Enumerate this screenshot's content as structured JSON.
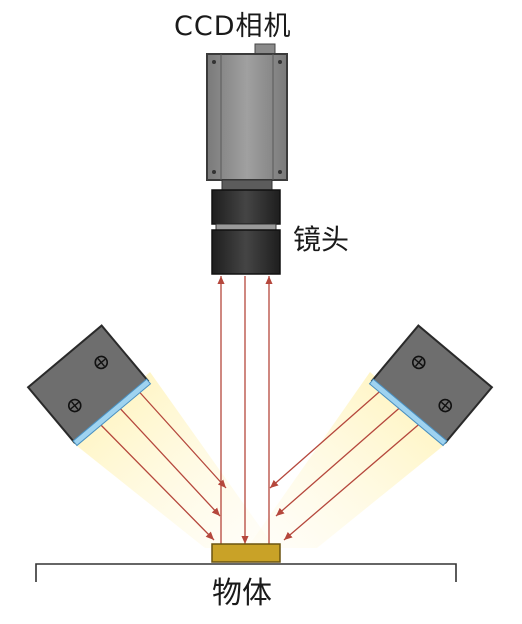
{
  "labels": {
    "camera": "CCD相机",
    "lens": "镜头",
    "object": "物体"
  },
  "icons": {
    "screw": "screw-head-icon"
  },
  "colors": {
    "camera_body": "#8c8c8c",
    "camera_edge": "#3a3a3a",
    "lens_body": "#2e2e2e",
    "light_housing": "#6e6e6e",
    "light_emitter": "#9fd3f0",
    "light_glow": "#fff4c2",
    "ray": "#b5473c",
    "object": "#c9a227",
    "ground": "#333333"
  }
}
